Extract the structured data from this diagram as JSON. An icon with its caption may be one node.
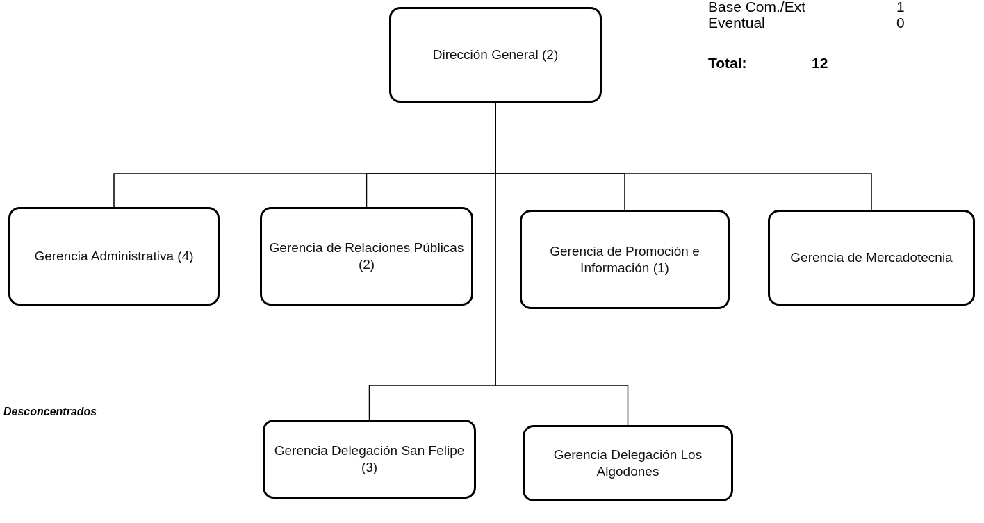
{
  "diagram": {
    "nodes": [
      {
        "text": [
          "Dirección General (2)"
        ]
      },
      {
        "text": [
          "Gerencia Administrativa (4)"
        ]
      },
      {
        "text": [
          "Gerencia de Relaciones Públicas (2)"
        ]
      },
      {
        "text": [
          "Gerencia de Promoción e Información (1)"
        ]
      },
      {
        "text": [
          "Gerencia de Mercadotecnia"
        ]
      },
      {
        "text": [
          "Gerencia Delegación San Felipe (3)"
        ]
      },
      {
        "text": [
          "Gerencia Delegación Los Algodones"
        ]
      }
    ],
    "edges": [
      {
        "from": 0,
        "to": 1,
        "arrow": "none"
      },
      {
        "from": 0,
        "to": 2,
        "arrow": "none"
      },
      {
        "from": 0,
        "to": 3,
        "arrow": "none"
      },
      {
        "from": 0,
        "to": 4,
        "arrow": "none"
      },
      {
        "from": 0,
        "to": 5,
        "arrow": "none"
      },
      {
        "from": 0,
        "to": 6,
        "arrow": "none"
      }
    ],
    "labels": [
      "Base Com./Ext",
      "1",
      "Eventual",
      "0",
      "Total:",
      "12",
      "Desconcentrados"
    ]
  }
}
